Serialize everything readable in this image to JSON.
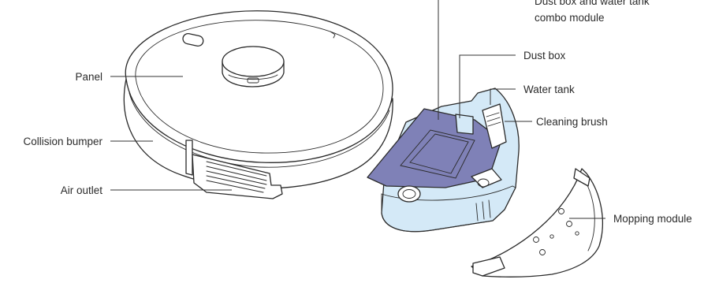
{
  "labels": {
    "panel": "Panel",
    "collision_bumper": "Collision bumper",
    "air_outlet": "Air outlet",
    "combo_module_line1": "Dust box and water tank",
    "combo_module_line2": "combo module",
    "dust_box": "Dust box",
    "water_tank": "Water tank",
    "cleaning_brush": "Cleaning brush",
    "mopping_module": "Mopping module"
  },
  "colors": {
    "tank_blue": "#d4e9f7",
    "box_purple": "#7f81b7",
    "box_purple_light": "#a3a5d2",
    "outline": "#2a2a2a"
  }
}
